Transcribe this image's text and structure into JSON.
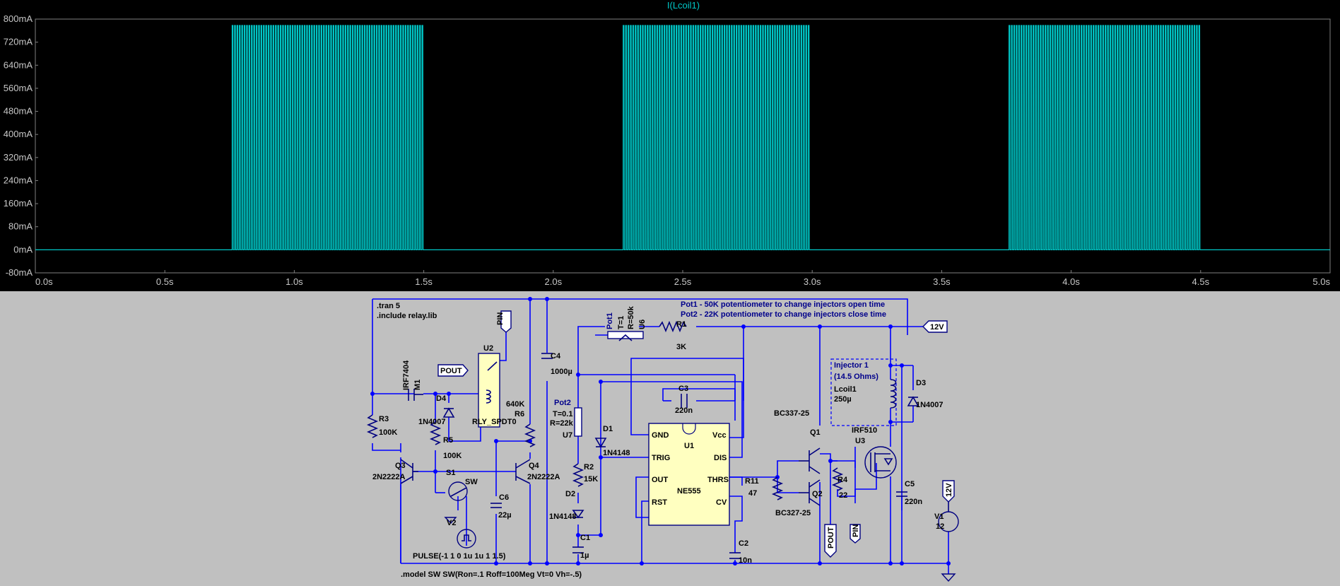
{
  "plot": {
    "trace_name": "I(Lcoil1)",
    "y_ticks": [
      "800mA",
      "720mA",
      "640mA",
      "560mA",
      "480mA",
      "400mA",
      "320mA",
      "240mA",
      "160mA",
      "80mA",
      "0mA",
      "-80mA"
    ],
    "x_ticks": [
      "0.0s",
      "0.5s",
      "1.0s",
      "1.5s",
      "2.0s",
      "2.5s",
      "3.0s",
      "3.5s",
      "4.0s",
      "4.5s",
      "5.0s"
    ],
    "colors": {
      "trace": "#00c8c8",
      "background": "#000000",
      "axis": "#808080"
    }
  },
  "chart_data": {
    "type": "line",
    "series": [
      {
        "name": "I(Lcoil1)",
        "bursts_s": [
          [
            0.76,
            1.5
          ],
          [
            2.27,
            2.99
          ],
          [
            3.76,
            4.5
          ]
        ],
        "peak_mA": 778,
        "base_mA": 0
      }
    ],
    "xlim": [
      0,
      5
    ],
    "ylim": [
      -80,
      800
    ],
    "y_unit": "mA",
    "x_unit": "s",
    "grid": false
  },
  "schematic": {
    "directives": [
      ".tran 5",
      ".include relay.lib",
      ".model SW SW(Ron=.1 Roff=100Meg Vt=0 Vh=-.5)"
    ],
    "notes": [
      "Pot1 - 50K potentiometer to change injectors open time",
      "Pot2 - 22K potentiometer to change injectors close time"
    ],
    "labels": {
      "pin": "PIN",
      "pout": "POUT",
      "v12": "12V",
      "u2": "U2",
      "relay": "RLY_SPDT0",
      "c4": "C4",
      "c4v": "1000µ",
      "r6": "R6",
      "r6v": "640K",
      "irf7404": "IRF7404",
      "m1": "M1",
      "d4": "D4",
      "d4v": "1N4007",
      "r3": "R3",
      "r3v": "100K",
      "r5": "R5",
      "r5v": "100K",
      "q3": "Q3",
      "q3v": "2N2222A",
      "q4": "Q4",
      "q4v": "2N2222A",
      "s1": "S1",
      "sw": "SW",
      "v2": "V2",
      "pulse": "PULSE(-1 1 0 1u 1u 1 1.5)",
      "c6": "C6",
      "c6v": "22µ",
      "pot1": "Pot1",
      "pot1t": "T=1",
      "pot1r": "R=50k",
      "u6": "U6",
      "pot2": "Pot2",
      "pot2t": "T=0.1",
      "pot2r": "R=22k",
      "u7": "U7",
      "r1": "R1",
      "r1v": "3K",
      "r2": "R2",
      "r2v": "15K",
      "d1": "D1",
      "d1v": "1N4148",
      "d2": "D2",
      "d2v": "1N4148",
      "c1": "C1",
      "c1v": "1µ",
      "c3": "C3",
      "c3v": "220n",
      "c2": "C2",
      "c2v": "10n",
      "u1": "U1",
      "ne555": "NE555",
      "gnd": "GND",
      "trig": "TRIG",
      "out": "OUT",
      "rst": "RST",
      "vcc": "Vcc",
      "dis": "DIS",
      "thrs": "THRS",
      "cv": "CV",
      "r11": "R11",
      "r11v": "47",
      "q1": "Q1",
      "q1v": "BC337-25",
      "q2": "Q2",
      "q2v": "BC327-25",
      "r4": "R4",
      "r4v": "22",
      "inj": "Injector 1",
      "injr": "(14.5 Ohms)",
      "lcoil": "Lcoil1",
      "lcoilv": "250µ",
      "d3": "D3",
      "d3v": "1N4007",
      "u3": "U3",
      "irf510": "IRF510",
      "c5": "C5",
      "c5v": "220n",
      "v1": "V1",
      "v1v": "12"
    }
  }
}
